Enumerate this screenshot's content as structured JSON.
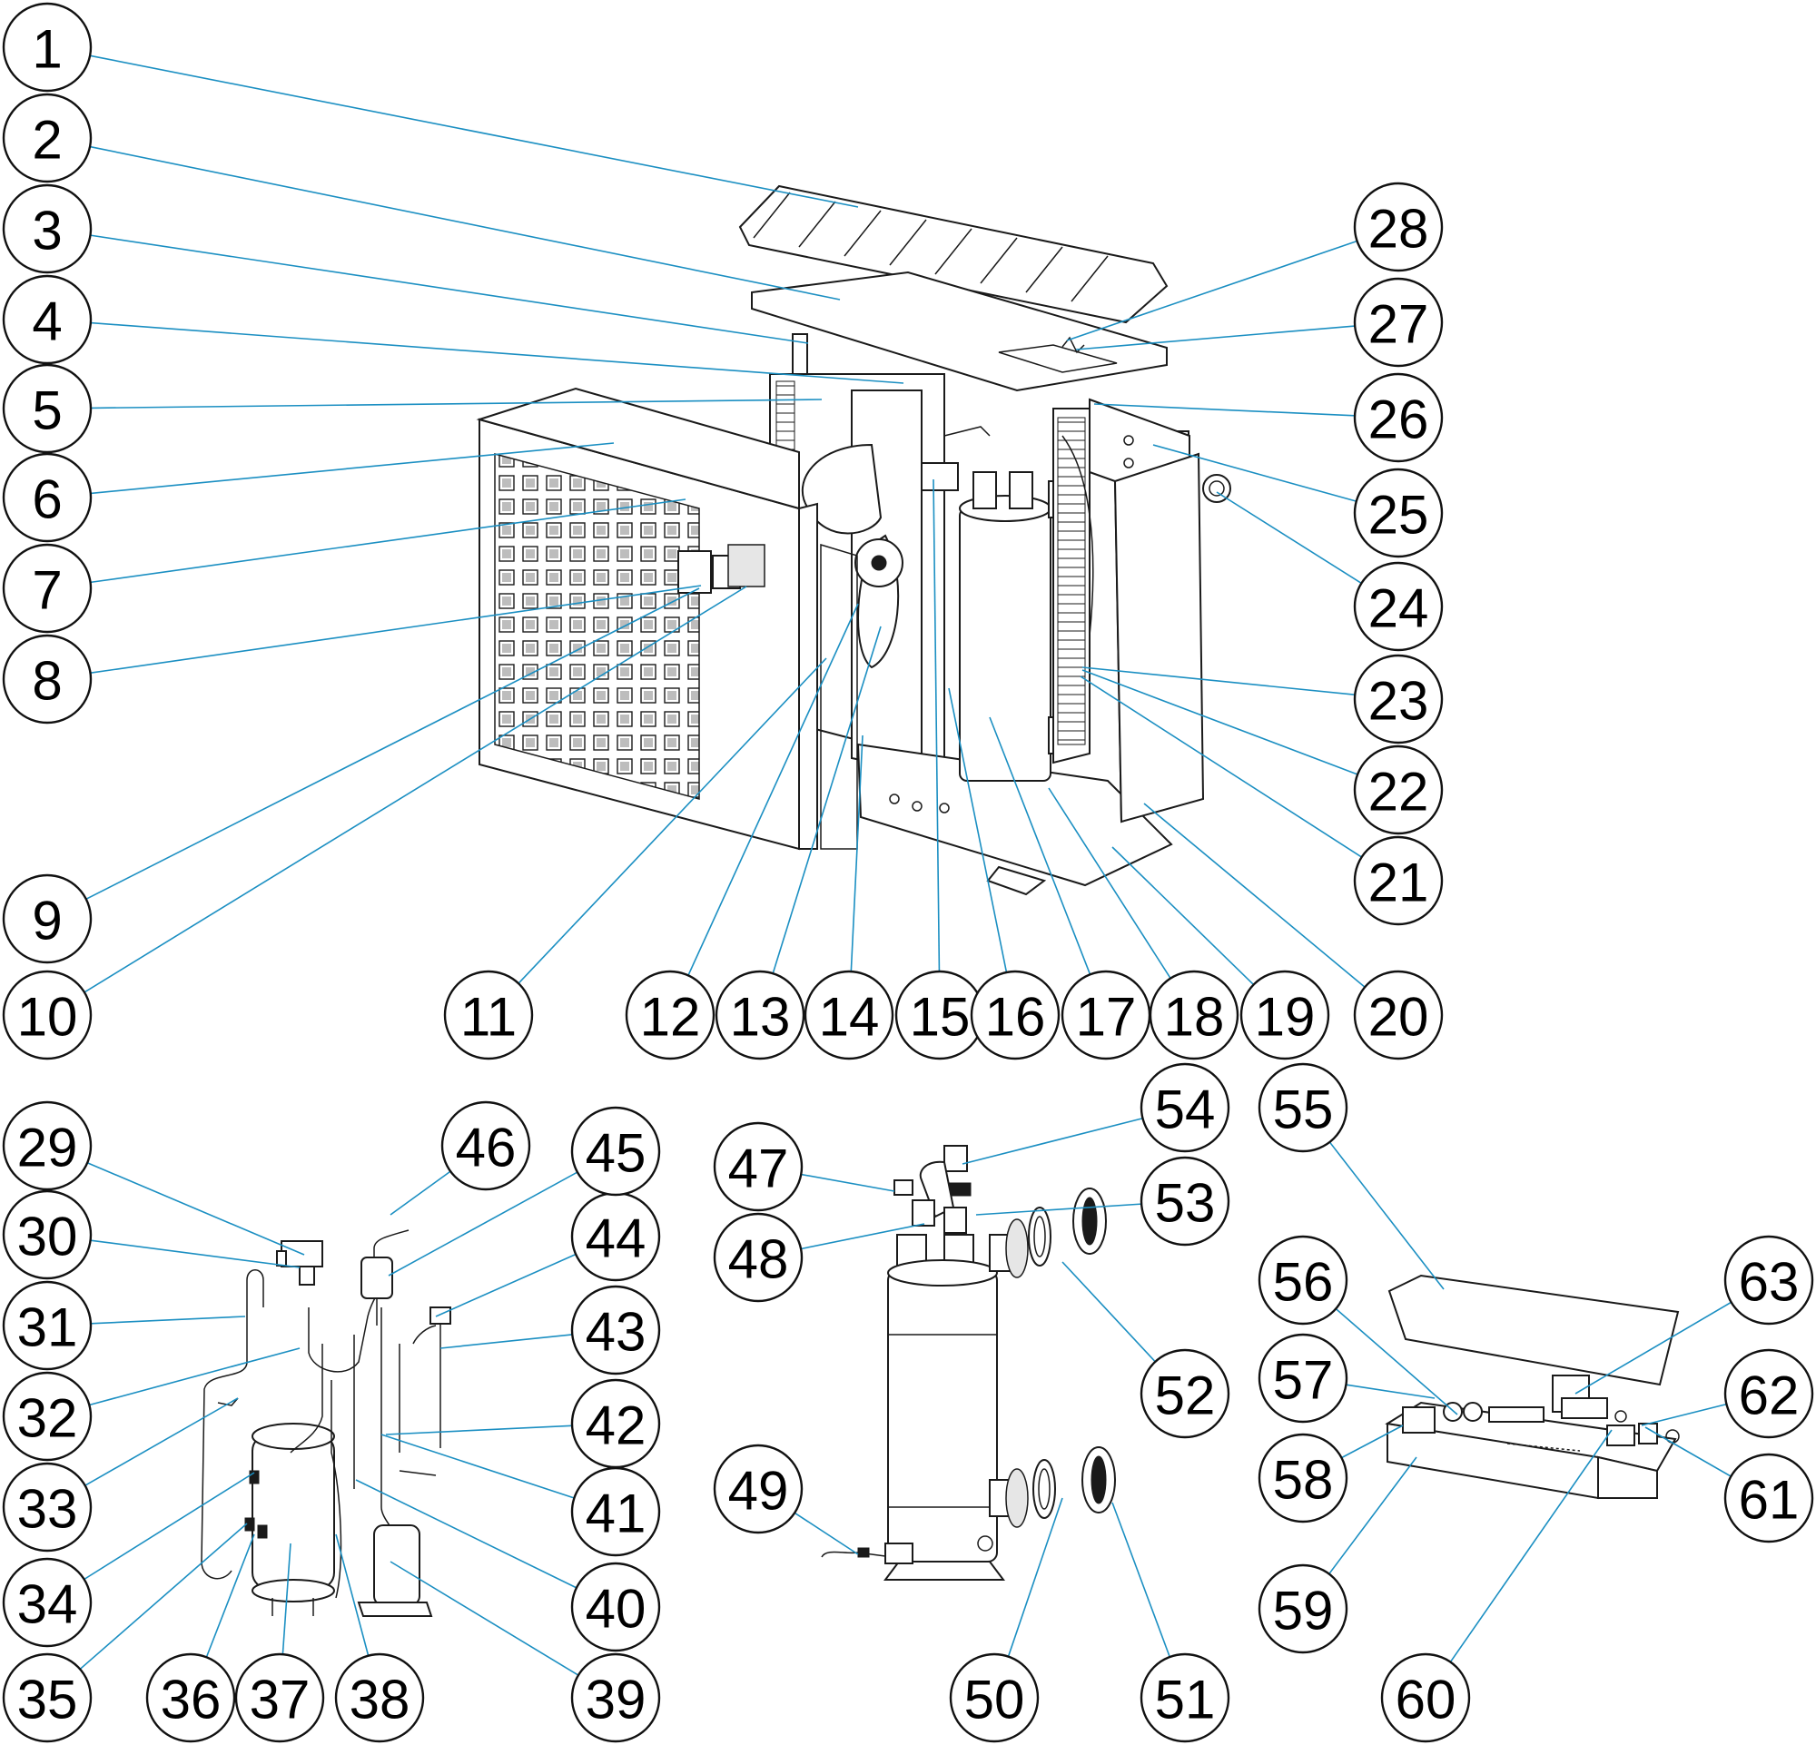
{
  "colors": {
    "leader": "#1b8fc2",
    "outline": "#1a1a1a",
    "bubble_stroke": "#111111"
  },
  "callouts": [
    {
      "label": "1"
    },
    {
      "label": "2"
    },
    {
      "label": "3"
    },
    {
      "label": "4"
    },
    {
      "label": "5"
    },
    {
      "label": "6"
    },
    {
      "label": "7"
    },
    {
      "label": "8"
    },
    {
      "label": "9"
    },
    {
      "label": "10"
    },
    {
      "label": "11"
    },
    {
      "label": "12"
    },
    {
      "label": "13"
    },
    {
      "label": "14"
    },
    {
      "label": "15"
    },
    {
      "label": "16"
    },
    {
      "label": "17"
    },
    {
      "label": "18"
    },
    {
      "label": "19"
    },
    {
      "label": "20"
    },
    {
      "label": "21"
    },
    {
      "label": "22"
    },
    {
      "label": "23"
    },
    {
      "label": "24"
    },
    {
      "label": "25"
    },
    {
      "label": "26"
    },
    {
      "label": "27"
    },
    {
      "label": "28"
    },
    {
      "label": "29"
    },
    {
      "label": "30"
    },
    {
      "label": "31"
    },
    {
      "label": "32"
    },
    {
      "label": "33"
    },
    {
      "label": "34"
    },
    {
      "label": "35"
    },
    {
      "label": "36"
    },
    {
      "label": "37"
    },
    {
      "label": "38"
    },
    {
      "label": "39"
    },
    {
      "label": "40"
    },
    {
      "label": "41"
    },
    {
      "label": "42"
    },
    {
      "label": "43"
    },
    {
      "label": "44"
    },
    {
      "label": "45"
    },
    {
      "label": "46"
    },
    {
      "label": "47"
    },
    {
      "label": "48"
    },
    {
      "label": "49"
    },
    {
      "label": "50"
    },
    {
      "label": "51"
    },
    {
      "label": "52"
    },
    {
      "label": "53"
    },
    {
      "label": "54"
    },
    {
      "label": "55"
    },
    {
      "label": "56"
    },
    {
      "label": "57"
    },
    {
      "label": "58"
    },
    {
      "label": "59"
    },
    {
      "label": "60"
    },
    {
      "label": "61"
    },
    {
      "label": "62"
    },
    {
      "label": "63"
    }
  ]
}
